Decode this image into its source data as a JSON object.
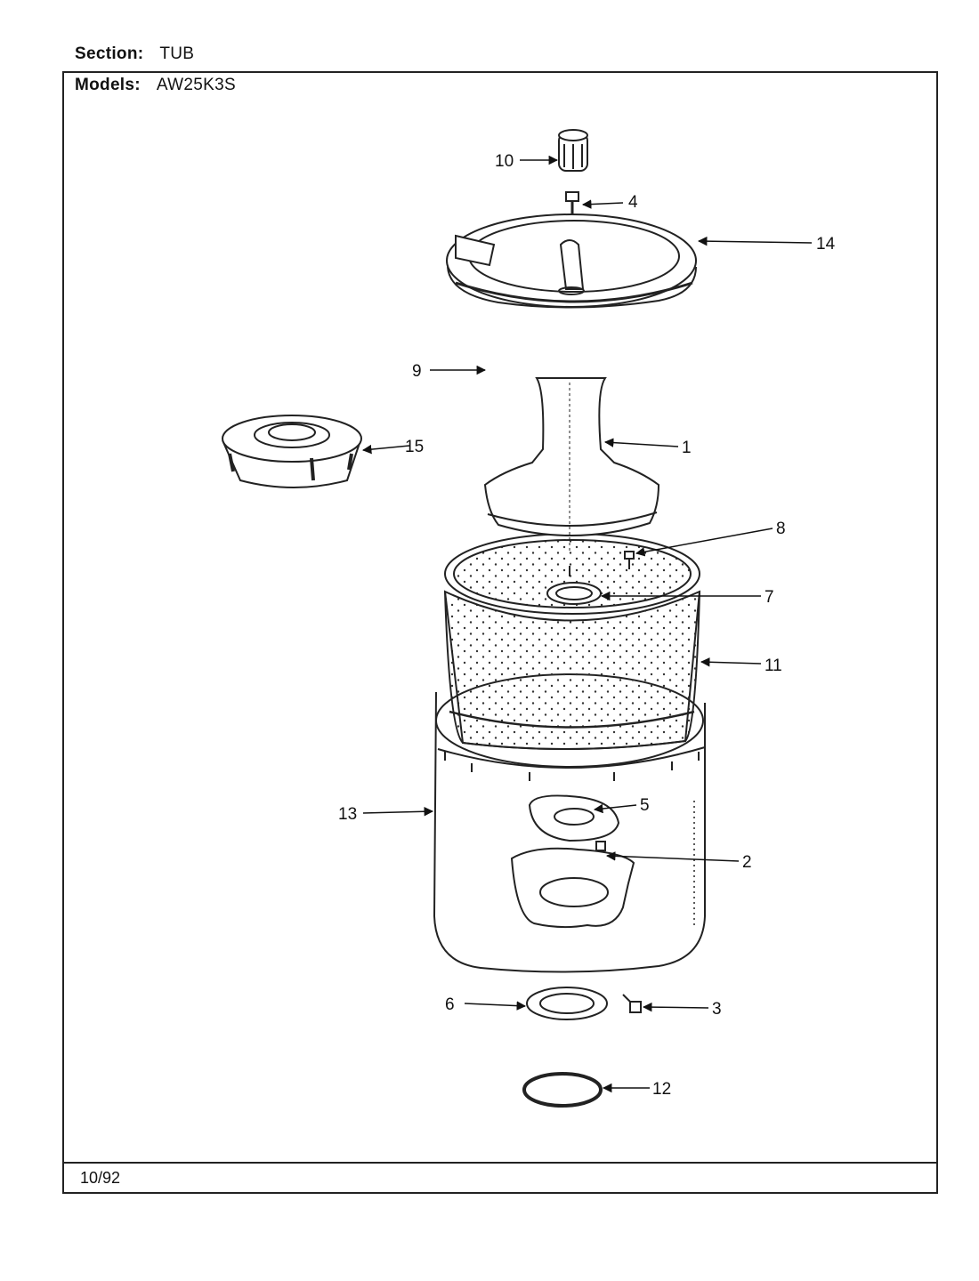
{
  "header": {
    "section_label": "Section:",
    "section_value": "TUB",
    "models_label": "Models:",
    "models_value": "AW25K3S"
  },
  "footer": {
    "date": "10/92"
  },
  "callouts": {
    "c1": "1",
    "c2": "2",
    "c3": "3",
    "c4": "4",
    "c5": "5",
    "c6": "6",
    "c7": "7",
    "c8": "8",
    "c9": "9",
    "c10": "10",
    "c11": "11",
    "c12": "12",
    "c13": "13",
    "c14": "14",
    "c15": "15"
  }
}
